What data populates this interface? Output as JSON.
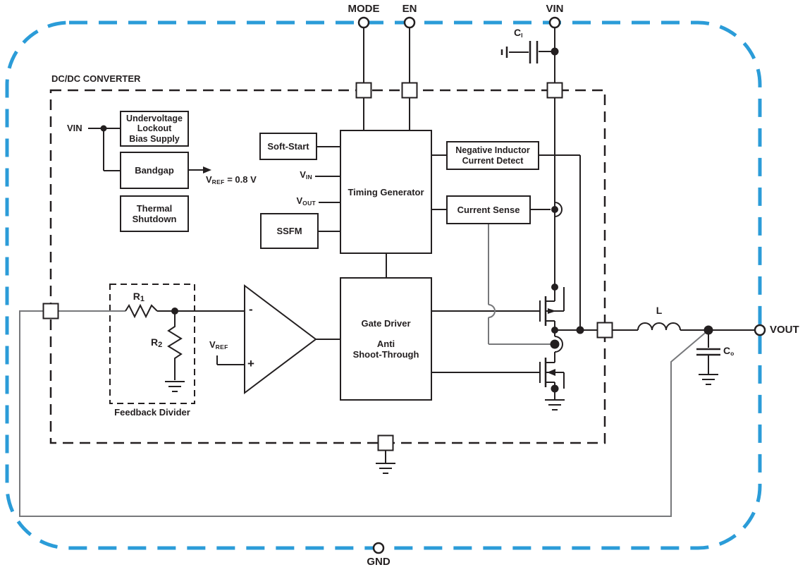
{
  "title": "DC/DC CONVERTER",
  "pins": {
    "mode": "MODE",
    "en": "EN",
    "vin": "VIN",
    "gnd": "GND",
    "vout": "VOUT"
  },
  "blocks": {
    "undervoltage_lockout": {
      "line1": "Undervoltage",
      "line2": "Lockout",
      "line3": "Bias Supply"
    },
    "bandgap": {
      "label": "Bandgap"
    },
    "thermal_shutdown": {
      "line1": "Thermal",
      "line2": "Shutdown"
    },
    "soft_start": {
      "label": "Soft-Start"
    },
    "ssfm": {
      "label": "SSFM"
    },
    "timing_generator": {
      "label": "Timing Generator"
    },
    "negative_inductor_current_detect": {
      "line1": "Negative Inductor",
      "line2": "Current Detect"
    },
    "current_sense": {
      "label": "Current Sense"
    },
    "gate_driver": {
      "line1": "Gate Driver",
      "line2": "Anti",
      "line3": "Shoot-Through"
    }
  },
  "labels": {
    "vin_internal": "VIN",
    "vref_out": {
      "base": "V",
      "sub": "REF",
      "rest": " = 0.8 V"
    },
    "tg_vin": {
      "base": "V",
      "sub": "IN"
    },
    "tg_vout": {
      "base": "V",
      "sub": "OUT"
    },
    "opamp_vref": {
      "base": "V",
      "sub": "REF"
    },
    "opamp_minus": "-",
    "opamp_plus": "+",
    "r1": {
      "base": "R",
      "sub": "1"
    },
    "r2": {
      "base": "R",
      "sub": "2"
    },
    "feedback_divider": "Feedback Divider",
    "input_cap": {
      "base": "C",
      "sub": "I"
    },
    "output_cap": {
      "base": "C",
      "sub": "o"
    },
    "inductor": "L"
  },
  "colors": {
    "outer_border": "#2B9CD8",
    "wire": "#231F20",
    "sense_wire": "#77787B"
  }
}
